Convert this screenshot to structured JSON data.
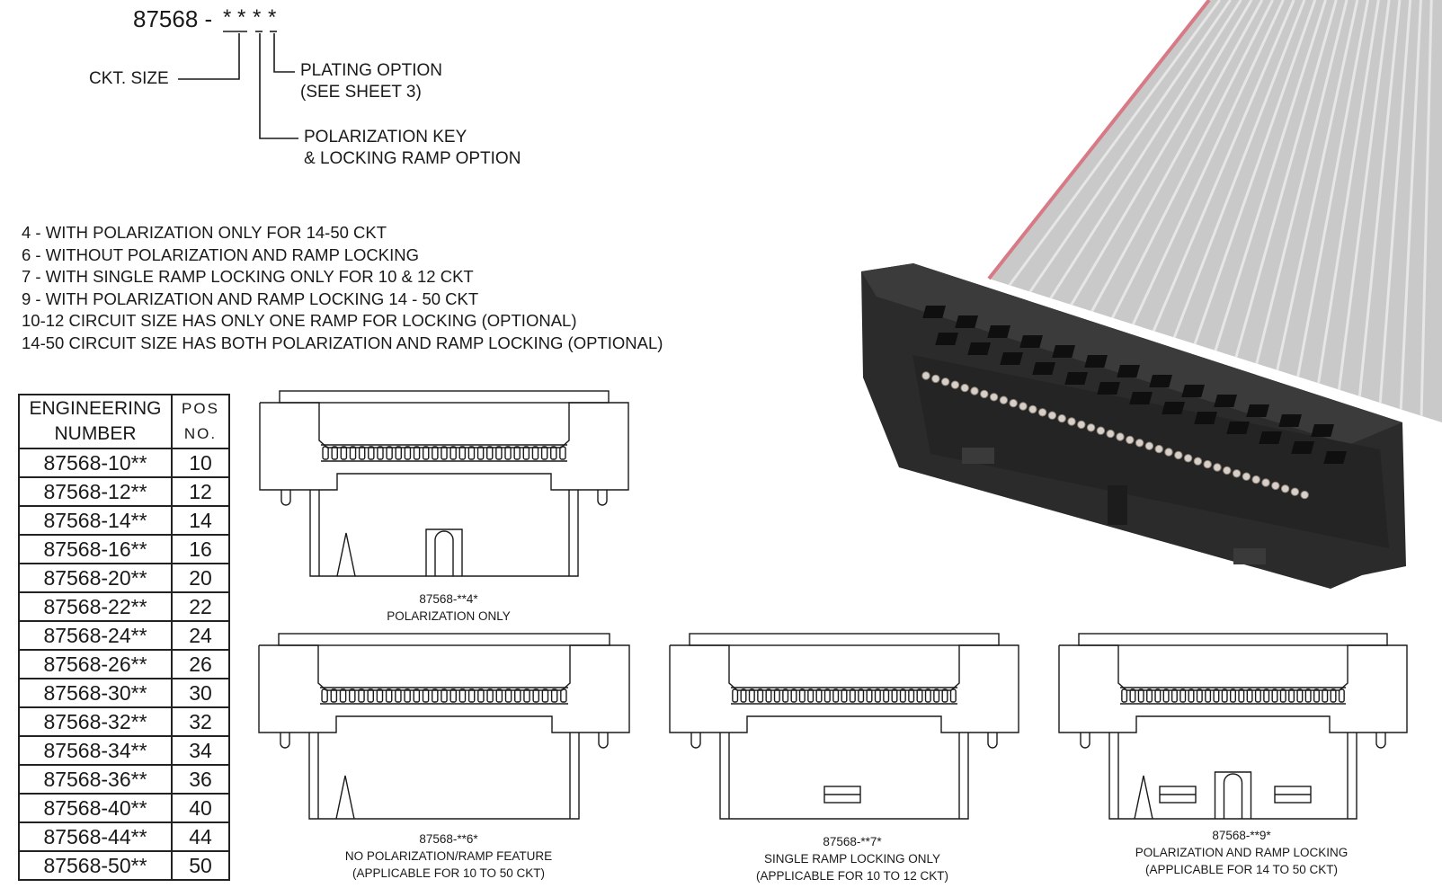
{
  "part_number": {
    "base": "87568 -",
    "wildcards": [
      "*",
      "*",
      "*",
      "*"
    ]
  },
  "callouts": {
    "ckt_size": "CKT. SIZE",
    "plating_option": "PLATING OPTION",
    "plating_ref": "(SEE SHEET 3)",
    "polarization_key": "POLARIZATION KEY",
    "locking_ramp": "& LOCKING RAMP OPTION"
  },
  "options": [
    "4 - WITH POLARIZATION ONLY FOR 14-50 CKT",
    "6 - WITHOUT POLARIZATION AND RAMP LOCKING",
    "7 - WITH SINGLE RAMP LOCKING ONLY FOR 10 & 12 CKT",
    "9 - WITH POLARIZATION AND RAMP LOCKING 14 - 50 CKT",
    "10-12 CIRCUIT SIZE HAS ONLY ONE RAMP FOR LOCKING (OPTIONAL)",
    "14-50 CIRCUIT SIZE HAS BOTH POLARIZATION AND RAMP LOCKING (OPTIONAL)"
  ],
  "table": {
    "header_eng_line1": "ENGINEERING",
    "header_eng_line2": "NUMBER",
    "header_pos_line1": "POS",
    "header_pos_line2": "NO.",
    "rows": [
      {
        "eng": "87568-10**",
        "pos": "10"
      },
      {
        "eng": "87568-12**",
        "pos": "12"
      },
      {
        "eng": "87568-14**",
        "pos": "14"
      },
      {
        "eng": "87568-16**",
        "pos": "16"
      },
      {
        "eng": "87568-20**",
        "pos": "20"
      },
      {
        "eng": "87568-22**",
        "pos": "22"
      },
      {
        "eng": "87568-24**",
        "pos": "24"
      },
      {
        "eng": "87568-26**",
        "pos": "26"
      },
      {
        "eng": "87568-30**",
        "pos": "30"
      },
      {
        "eng": "87568-32**",
        "pos": "32"
      },
      {
        "eng": "87568-34**",
        "pos": "34"
      },
      {
        "eng": "87568-36**",
        "pos": "36"
      },
      {
        "eng": "87568-40**",
        "pos": "40"
      },
      {
        "eng": "87568-44**",
        "pos": "44"
      },
      {
        "eng": "87568-50**",
        "pos": "50"
      }
    ]
  },
  "variants": {
    "v4": {
      "code": "87568-**4*",
      "line1": "POLARIZATION ONLY",
      "line2": ""
    },
    "v6": {
      "code": "87568-**6*",
      "line1": "NO POLARIZATION/RAMP FEATURE",
      "line2": "(APPLICABLE FOR 10 TO 50 CKT)"
    },
    "v7": {
      "code": "87568-**7*",
      "line1": "SINGLE RAMP LOCKING ONLY",
      "line2": "(APPLICABLE FOR 10 TO 12 CKT)"
    },
    "v9": {
      "code": "87568-**9*",
      "line1": "POLARIZATION AND RAMP LOCKING",
      "line2": "(APPLICABLE FOR 14 TO 50 CKT)"
    }
  },
  "colors": {
    "line": "#1a1a1a",
    "cable": "#c9c9c9",
    "cable_stripe": "#d77a86",
    "connector": "#2b2b2b"
  }
}
